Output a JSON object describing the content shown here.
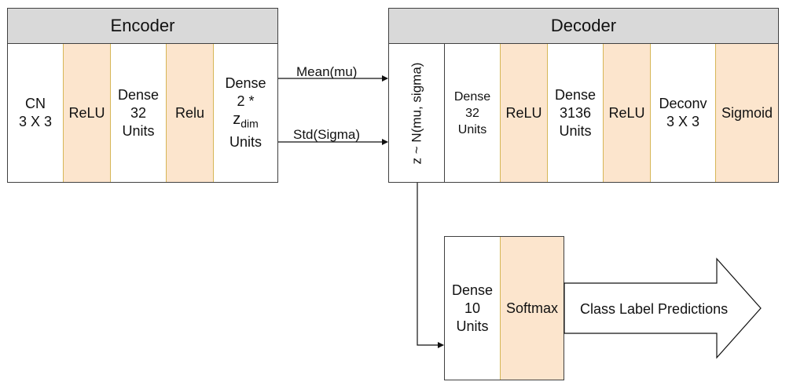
{
  "encoder": {
    "title": "Encoder",
    "layers": {
      "cn": "CN\n3 X 3",
      "relu1": "ReLU",
      "dense32": "Dense\n32\nUnits",
      "relu2": "Relu",
      "dense_2z": {
        "line1": "Dense",
        "line2": "2 *",
        "z": "z",
        "sub": "dim",
        "line4": "Units"
      }
    }
  },
  "edges": {
    "mean": "Mean(mu)",
    "std": "Std(Sigma)"
  },
  "decoder": {
    "title": "Decoder",
    "sampling": "z ~ N(mu, sigma)",
    "layers": {
      "dense32": "Dense\n32\nUnits",
      "relu1": "ReLU",
      "dense3136": "Dense\n3136\nUnits",
      "relu2": "ReLU",
      "deconv": "Deconv\n3 X 3",
      "sigmoid": "Sigmoid"
    }
  },
  "classifier": {
    "dense10": "Dense\n10\nUnits",
    "softmax": "Softmax",
    "output": "Class Label Predictions"
  }
}
